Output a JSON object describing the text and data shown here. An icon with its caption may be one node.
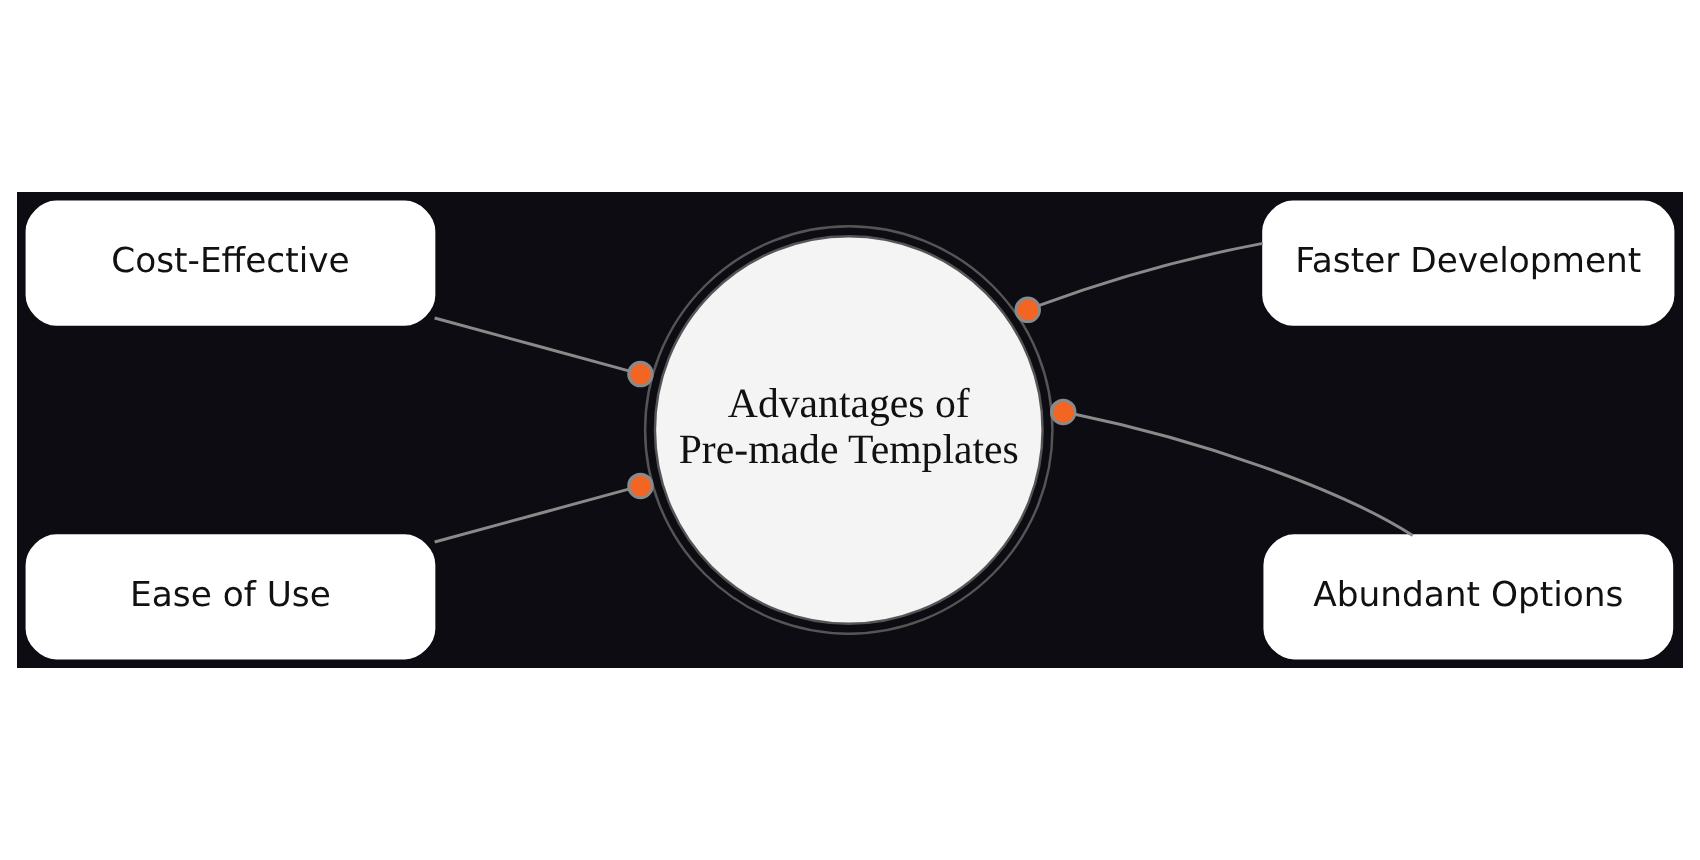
{
  "diagram": {
    "nodes": [
      {
        "text": [
          "Advantages of Pre-made Templates"
        ]
      },
      {
        "text": [
          "Cost-Effective"
        ]
      },
      {
        "text": [
          "Faster Development"
        ]
      },
      {
        "text": [
          "Ease of Use"
        ]
      },
      {
        "text": [
          "Abundant Options"
        ]
      }
    ],
    "edges": [
      {
        "from": 1,
        "to": 0,
        "arrow": "other"
      },
      {
        "from": 2,
        "to": 0,
        "arrow": "other"
      },
      {
        "from": 3,
        "to": 0,
        "arrow": "other"
      },
      {
        "from": 4,
        "to": 0,
        "arrow": "other"
      }
    ]
  }
}
